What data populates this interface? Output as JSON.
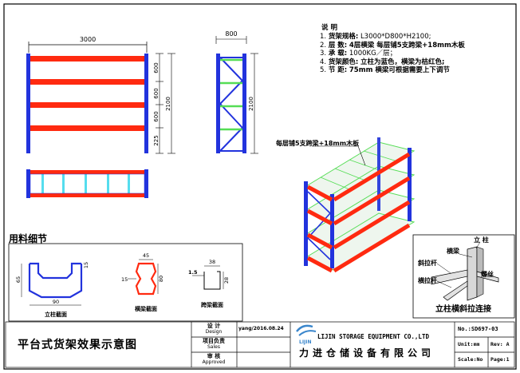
{
  "front_view": {
    "width_label": "3000",
    "height_label": "2100",
    "level_labels": [
      "600",
      "600",
      "600",
      "225"
    ]
  },
  "side_view": {
    "depth_label": "800",
    "height_label": "2100"
  },
  "notes": {
    "title": "说  明",
    "items": [
      {
        "num": "1.",
        "label": "货架规格:",
        "value": "L3000*D800*H2100;"
      },
      {
        "num": "2.",
        "label": "层      数:",
        "value": "4层横梁 每层铺5支跨梁+18mm木板"
      },
      {
        "num": "3.",
        "label": "承      载:",
        "value": "1000KG／层；"
      },
      {
        "num": "4.",
        "label": "货架颜色:",
        "value": "立柱为蓝色，横梁为桔红色;"
      },
      {
        "num": "5.",
        "label": "节      距:",
        "value": "75mm   横梁可根据需要上下调节"
      }
    ]
  },
  "iso_view": {
    "callout": "每层铺5支跨梁+18mm木板"
  },
  "materials": {
    "title": "用料细节",
    "upright": {
      "dim_width": "90",
      "dim_height": "65",
      "dim_lip": "15",
      "caption": "立柱截面"
    },
    "beam": {
      "dim_width": "45",
      "dim_height": "80",
      "dim_flange": "15",
      "caption": "横梁截面"
    },
    "span_beam": {
      "dim_width": "38",
      "dim_height": "28",
      "dim_thick": "1.5",
      "caption": "跨梁截面"
    }
  },
  "connection": {
    "labels": {
      "column": "立 柱",
      "beam": "横梁",
      "brace1": "斜拉杆",
      "brace2": "横拉杆",
      "bolt": "螺丝"
    },
    "caption": "立柱横斜拉连接"
  },
  "title_block": {
    "drawing_title": "平台式货架效果示意图",
    "design_label": "设 计",
    "design_label_en": "Design",
    "design_date": "yang/2016.08.24",
    "sales_label": "项目负责",
    "sales_label_en": "Sales",
    "approve_label": "审 核",
    "approve_label_en": "Approved",
    "logo_text": "LIJIN",
    "company_en": "LIJIN STORAGE EQUIPMENT CO.,LTD",
    "company_cn": "力进仓储设备有限公司",
    "doc_no": "No.:SD697-03",
    "unit": "Unit:mm",
    "rev": "Rev: A",
    "scale": "Scale:No",
    "page": "Page:1"
  },
  "colors": {
    "upright": "#2233dd",
    "beam": "#ff2a10",
    "deck": "#55dd55",
    "span": "#55ddee",
    "line": "#000000"
  }
}
